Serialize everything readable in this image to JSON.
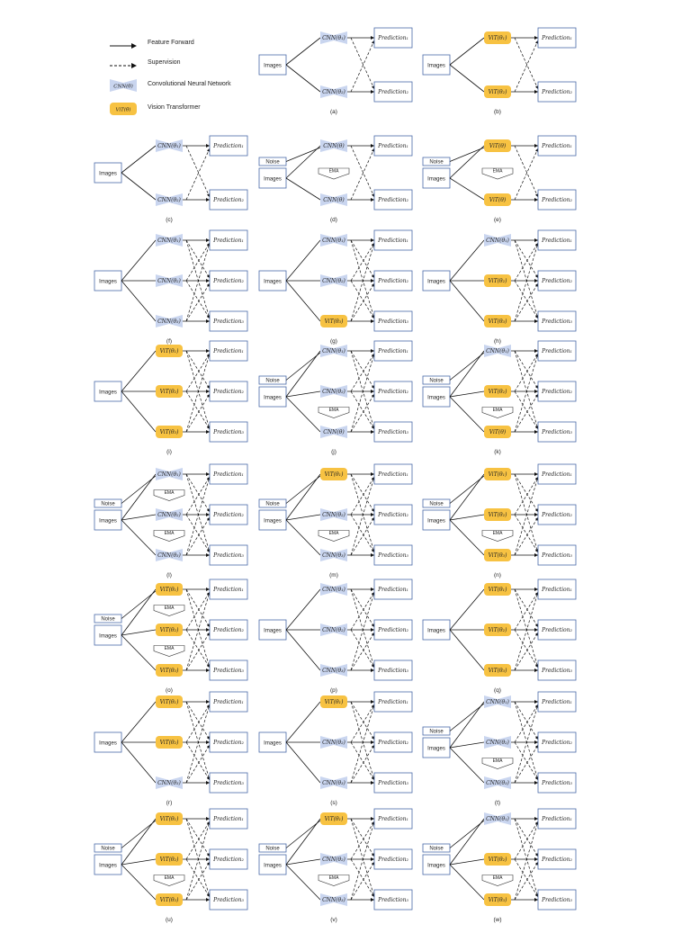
{
  "legend": {
    "feature_forward": "Feature Forward",
    "supervision": "Supervision",
    "cnn_label": "CNN(θ)",
    "cnn_text": "Convolutional Neural Network",
    "vit_label": "ViT(θ)",
    "vit_text": "Vision Transformer"
  },
  "common": {
    "images": "Images",
    "noise": "Noise",
    "ema": "EMA"
  },
  "colors": {
    "cnn_fill": "#c9d5ef",
    "vit_fill": "#f7c242",
    "box_border": "#4a6aa8",
    "line": "#111111"
  },
  "diagrams": [
    {
      "caption": "(a)",
      "models": [
        {
          "type": "CNN",
          "label": "CNN(θ₁)"
        },
        {
          "type": "CNN",
          "label": "CNN(θ₂)"
        }
      ],
      "preds": [
        "Prediction₁",
        "Prediction₂"
      ],
      "noise": false,
      "ema": []
    },
    {
      "caption": "(b)",
      "models": [
        {
          "type": "ViT",
          "label": "ViT(θ₁)"
        },
        {
          "type": "ViT",
          "label": "ViT(θ₂)"
        }
      ],
      "preds": [
        "Prediction₁",
        "Prediction₂"
      ],
      "noise": false,
      "ema": []
    },
    {
      "caption": "(c)",
      "models": [
        {
          "type": "CNN",
          "label": "CNN(θ₁)"
        },
        {
          "type": "CNN",
          "label": "CNN(θ₂)"
        }
      ],
      "preds": [
        "Prediction₁",
        "Prediction₂"
      ],
      "noise": false,
      "ema": []
    },
    {
      "caption": "(d)",
      "models": [
        {
          "type": "CNN",
          "label": "CNN(θ)"
        },
        {
          "type": "CNN",
          "label": "CNN(θ)"
        }
      ],
      "preds": [
        "Prediction₁",
        "Prediction₂"
      ],
      "noise": true,
      "ema": [
        0
      ]
    },
    {
      "caption": "(e)",
      "models": [
        {
          "type": "ViT",
          "label": "ViT(θ)"
        },
        {
          "type": "ViT",
          "label": "ViT(θ)"
        }
      ],
      "preds": [
        "Prediction₁",
        "Prediction₂"
      ],
      "noise": true,
      "ema": [
        0
      ]
    },
    {
      "caption": "(f)",
      "models": [
        {
          "type": "CNN",
          "label": "CNN(θ₁)"
        },
        {
          "type": "CNN",
          "label": "CNN(θ₂)"
        },
        {
          "type": "CNN",
          "label": "CNN(θ₃)"
        }
      ],
      "preds": [
        "Prediction₁",
        "Prediction₂",
        "Prediction₃"
      ],
      "noise": false,
      "ema": []
    },
    {
      "caption": "(g)",
      "models": [
        {
          "type": "CNN",
          "label": "CNN(θ₁)"
        },
        {
          "type": "CNN",
          "label": "CNN(θ₂)"
        },
        {
          "type": "ViT",
          "label": "ViT(θ₃)"
        }
      ],
      "preds": [
        "Prediction₁",
        "Prediction₂",
        "Prediction₃"
      ],
      "noise": false,
      "ema": []
    },
    {
      "caption": "(h)",
      "models": [
        {
          "type": "CNN",
          "label": "CNN(θ₁)"
        },
        {
          "type": "ViT",
          "label": "ViT(θ₂)"
        },
        {
          "type": "ViT",
          "label": "ViT(θ₃)"
        }
      ],
      "preds": [
        "Prediction₁",
        "Prediction₂",
        "Prediction₃"
      ],
      "noise": false,
      "ema": []
    },
    {
      "caption": "(i)",
      "models": [
        {
          "type": "ViT",
          "label": "ViT(θ₁)"
        },
        {
          "type": "ViT",
          "label": "ViT(θ₂)"
        },
        {
          "type": "ViT",
          "label": "ViT(θ₃)"
        }
      ],
      "preds": [
        "Prediction₁",
        "Prediction₂",
        "Prediction₃"
      ],
      "noise": false,
      "ema": []
    },
    {
      "caption": "(j)",
      "models": [
        {
          "type": "CNN",
          "label": "CNN(θ₁)"
        },
        {
          "type": "CNN",
          "label": "CNN(θ₂)"
        },
        {
          "type": "CNN",
          "label": "CNN(θ)"
        }
      ],
      "preds": [
        "Prediction₁",
        "Prediction₂",
        "Prediction₃"
      ],
      "noise": true,
      "ema": [
        1
      ]
    },
    {
      "caption": "(k)",
      "models": [
        {
          "type": "CNN",
          "label": "CNN(θ₁)"
        },
        {
          "type": "ViT",
          "label": "ViT(θ₂)"
        },
        {
          "type": "ViT",
          "label": "ViT(θ)"
        }
      ],
      "preds": [
        "Prediction₁",
        "Prediction₂",
        "Prediction₃"
      ],
      "noise": true,
      "ema": [
        1
      ]
    },
    {
      "caption": "(l)",
      "models": [
        {
          "type": "CNN",
          "label": "CNN(θ₁)"
        },
        {
          "type": "CNN",
          "label": "CNN(θ₂)"
        },
        {
          "type": "CNN",
          "label": "CNN(θ₃)"
        }
      ],
      "preds": [
        "Prediction₁",
        "Prediction₂",
        "Prediction₃"
      ],
      "noise": true,
      "ema": [
        0,
        1
      ]
    },
    {
      "caption": "(m)",
      "models": [
        {
          "type": "ViT",
          "label": "ViT(θ₁)"
        },
        {
          "type": "CNN",
          "label": "CNN(θ₂)"
        },
        {
          "type": "CNN",
          "label": "CNN(θ₃)"
        }
      ],
      "preds": [
        "Prediction₁",
        "Prediction₂",
        "Prediction₃"
      ],
      "noise": true,
      "ema": [
        1
      ]
    },
    {
      "caption": "(n)",
      "models": [
        {
          "type": "ViT",
          "label": "ViT(θ₁)"
        },
        {
          "type": "ViT",
          "label": "ViT(θ₂)"
        },
        {
          "type": "ViT",
          "label": "ViT(θ₃)"
        }
      ],
      "preds": [
        "Prediction₁",
        "Prediction₂",
        "Prediction₃"
      ],
      "noise": true,
      "ema": [
        1
      ]
    },
    {
      "caption": "(o)",
      "models": [
        {
          "type": "ViT",
          "label": "ViT(θ₁)"
        },
        {
          "type": "ViT",
          "label": "ViT(θ₂)"
        },
        {
          "type": "ViT",
          "label": "ViT(θ₃)"
        }
      ],
      "preds": [
        "Prediction₁",
        "Prediction₂",
        "Prediction₃"
      ],
      "noise": true,
      "ema": [
        0,
        1
      ]
    },
    {
      "caption": "(p)",
      "models": [
        {
          "type": "CNN",
          "label": "CNN(θ₁)"
        },
        {
          "type": "CNN",
          "label": "CNN(θ₂)"
        },
        {
          "type": "CNN",
          "label": "CNN(θ₃)"
        }
      ],
      "preds": [
        "Prediction₁",
        "Prediction₂",
        "Prediction₃"
      ],
      "noise": false,
      "ema": []
    },
    {
      "caption": "(q)",
      "models": [
        {
          "type": "ViT",
          "label": "ViT(θ₁)"
        },
        {
          "type": "ViT",
          "label": "ViT(θ₂)"
        },
        {
          "type": "ViT",
          "label": "ViT(θ₃)"
        }
      ],
      "preds": [
        "Prediction₁",
        "Prediction₂",
        "Prediction₃"
      ],
      "noise": false,
      "ema": []
    },
    {
      "caption": "(r)",
      "models": [
        {
          "type": "ViT",
          "label": "ViT(θ₁)"
        },
        {
          "type": "ViT",
          "label": "ViT(θ₂)"
        },
        {
          "type": "CNN",
          "label": "CNN(θ₃)"
        }
      ],
      "preds": [
        "Prediction₁",
        "Prediction₂",
        "Prediction₃"
      ],
      "noise": false,
      "ema": []
    },
    {
      "caption": "(s)",
      "models": [
        {
          "type": "ViT",
          "label": "ViT(θ₁)"
        },
        {
          "type": "CNN",
          "label": "CNN(θ₂)"
        },
        {
          "type": "CNN",
          "label": "CNN(θ₃)"
        }
      ],
      "preds": [
        "Prediction₁",
        "Prediction₂",
        "Prediction₃"
      ],
      "noise": false,
      "ema": []
    },
    {
      "caption": "(t)",
      "models": [
        {
          "type": "CNN",
          "label": "CNN(θ₁)"
        },
        {
          "type": "CNN",
          "label": "CNN(θ₂)"
        },
        {
          "type": "CNN",
          "label": "CNN(θ₃)"
        }
      ],
      "preds": [
        "Prediction₁",
        "Prediction₂",
        "Prediction₃"
      ],
      "noise": true,
      "ema": [
        1
      ]
    },
    {
      "caption": "(u)",
      "models": [
        {
          "type": "ViT",
          "label": "ViT(θ₁)"
        },
        {
          "type": "ViT",
          "label": "ViT(θ₂)"
        },
        {
          "type": "ViT",
          "label": "ViT(θ₃)"
        }
      ],
      "preds": [
        "Prediction₁",
        "Prediction₂",
        "Prediction₃"
      ],
      "noise": true,
      "ema": [
        1
      ]
    },
    {
      "caption": "(v)",
      "models": [
        {
          "type": "ViT",
          "label": "ViT(θ₁)"
        },
        {
          "type": "CNN",
          "label": "CNN(θ₂)"
        },
        {
          "type": "CNN",
          "label": "CNN(θ₃)"
        }
      ],
      "preds": [
        "Prediction₁",
        "Prediction₂",
        "Prediction₃"
      ],
      "noise": true,
      "ema": [
        1
      ]
    },
    {
      "caption": "(w)",
      "models": [
        {
          "type": "CNN",
          "label": "CNN(θ₁)"
        },
        {
          "type": "ViT",
          "label": "ViT(θ₂)"
        },
        {
          "type": "ViT",
          "label": "ViT(θ₃)"
        }
      ],
      "preds": [
        "Prediction₁",
        "Prediction₂",
        "Prediction₃"
      ],
      "noise": true,
      "ema": [
        1
      ]
    }
  ]
}
